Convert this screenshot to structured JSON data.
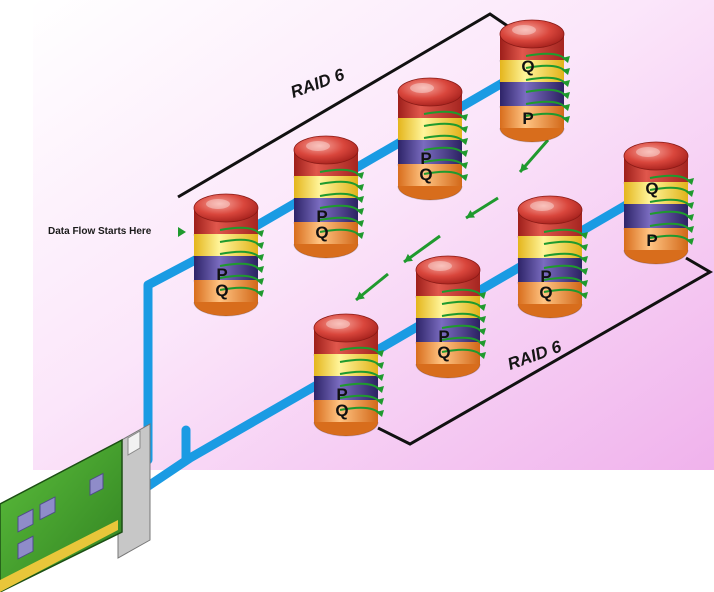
{
  "labels": {
    "start": "Data Flow Starts Here",
    "group_top": "RAID 6",
    "group_bottom": "RAID 6"
  },
  "parity": {
    "p": "P",
    "q": "Q"
  },
  "drives": [
    {
      "id": "t1",
      "row": "top",
      "marks": [
        "P",
        "Q"
      ]
    },
    {
      "id": "t2",
      "row": "top",
      "marks": [
        "P",
        "Q"
      ]
    },
    {
      "id": "t3",
      "row": "top",
      "marks": [
        "P",
        "Q"
      ]
    },
    {
      "id": "t4",
      "row": "top",
      "marks": [
        "Q",
        "P"
      ]
    },
    {
      "id": "b1",
      "row": "bottom",
      "marks": [
        "P",
        "Q"
      ]
    },
    {
      "id": "b2",
      "row": "bottom",
      "marks": [
        "P",
        "Q"
      ]
    },
    {
      "id": "b3",
      "row": "bottom",
      "marks": [
        "P",
        "Q"
      ]
    },
    {
      "id": "b4",
      "row": "bottom",
      "marks": [
        "Q",
        "P"
      ]
    }
  ],
  "colors": {
    "background_gradient": [
      "#ffffff",
      "#f3b9ef"
    ],
    "cable": "#1a9be3",
    "drive_top": "#d63a32",
    "drive_band_yellow": "#ffe25a",
    "drive_band_purple": "#4b3c8e",
    "drive_band_orange": "#f59c4a",
    "arrow_green": "#1f9a2e",
    "card_green": "#3a9a2a",
    "bracket_line": "#111111"
  }
}
